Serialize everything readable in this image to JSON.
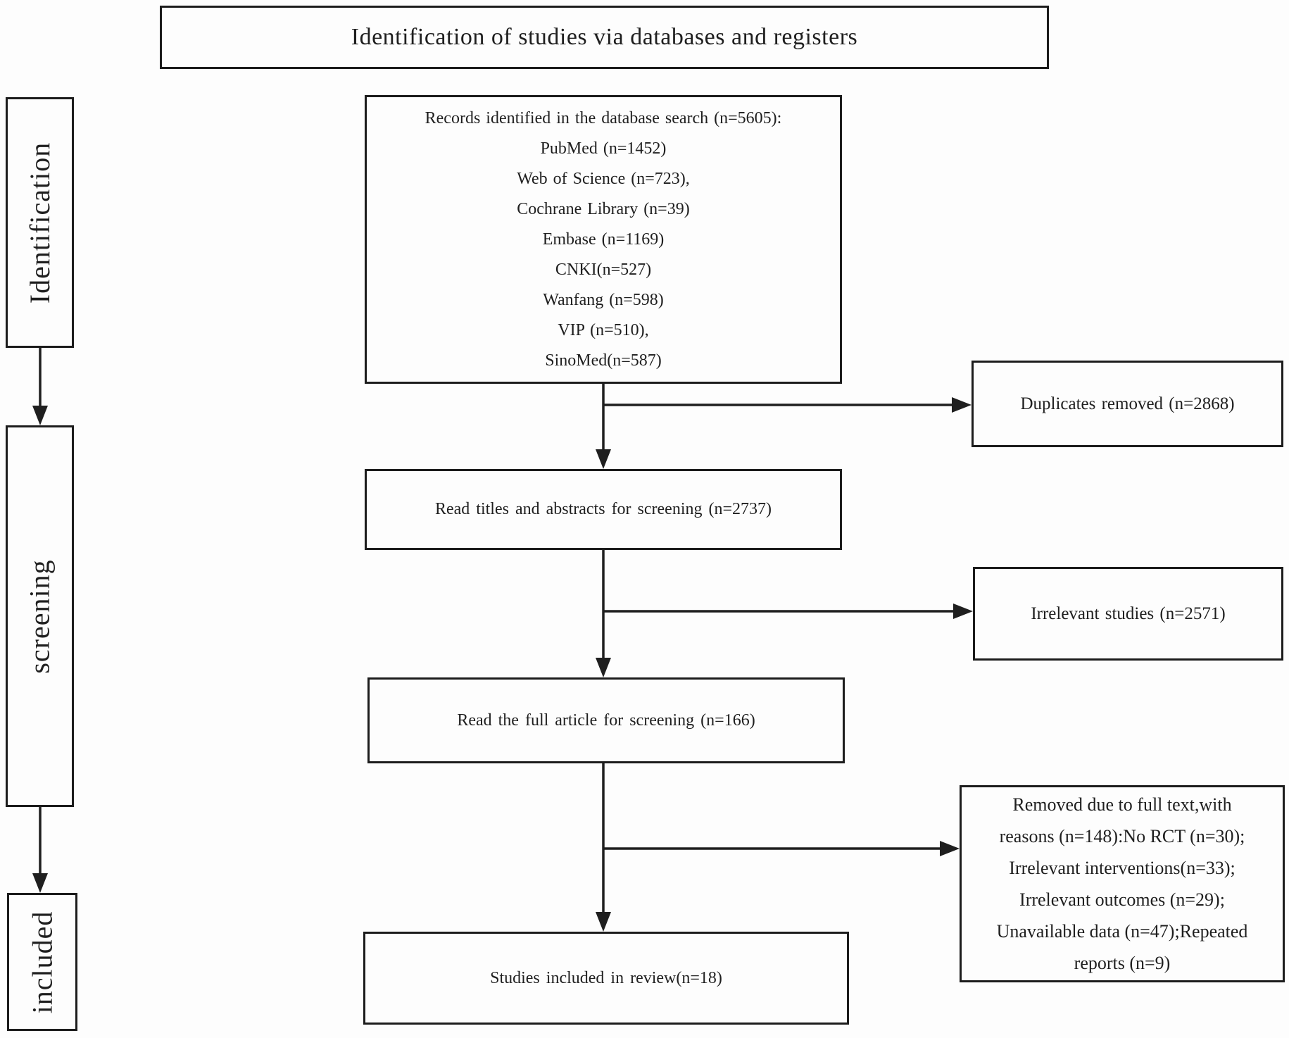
{
  "diagram": {
    "title": "Identification of studies via databases and registers",
    "stage_labels": [
      "Identification",
      "screening",
      "included"
    ],
    "boxes": {
      "records": {
        "lines": [
          "Records identified in the database search (n=5605):",
          "PubMed (n=1452)",
          "Web of Science (n=723),",
          "Cochrane Library (n=39)",
          "Embase (n=1169)",
          "CNKI(n=527)",
          "Wanfang (n=598)",
          "VIP (n=510),",
          "SinoMed(n=587)"
        ]
      },
      "titles_screening": {
        "text": "Read titles and abstracts for screening (n=2737)"
      },
      "full_screening": {
        "text": "Read the full article for screening (n=166)"
      },
      "included_review": {
        "text": "Studies included in review(n=18)"
      },
      "duplicates": {
        "text": "Duplicates removed (n=2868)"
      },
      "irrelevant": {
        "text": "Irrelevant studies (n=2571)"
      },
      "removed": {
        "lines": [
          "Removed due to full text,with",
          "reasons (n=148):No RCT (n=30);",
          "Irrelevant interventions(n=33);",
          "Irrelevant outcomes (n=29);",
          "Unavailable data (n=47);Repeated",
          "reports (n=9)"
        ]
      }
    },
    "colors": {
      "line": "#1f1f1f",
      "border": "#1c1c1c",
      "text": "#1f1f1f",
      "background": "#fdfdfd"
    }
  }
}
